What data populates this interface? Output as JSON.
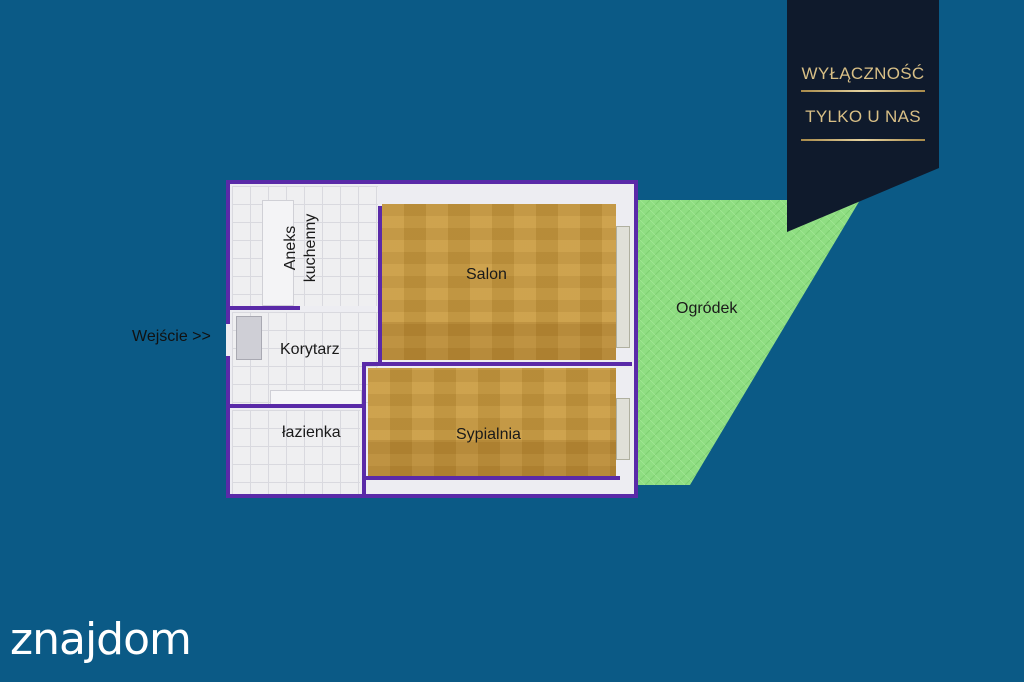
{
  "rooms": {
    "aneks": "Aneks\nkuchenny",
    "salon": "Salon",
    "korytarz": "Korytarz",
    "lazienka": "łazienka",
    "sypialnia": "Sypialnia",
    "ogrodek": "Ogródek"
  },
  "entrance": "Wejście >>",
  "badge": {
    "line1": "WYŁĄCZNOŚĆ",
    "line2": "TYLKO U NAS"
  },
  "logo": "znajdom",
  "colors": {
    "background": "#0b5a86",
    "walls": "#5a2aa8",
    "garden": "#8fde82",
    "wood": "#c99a3e",
    "badge": "#0f1a2c",
    "badge_gold": "#d8bf86"
  }
}
